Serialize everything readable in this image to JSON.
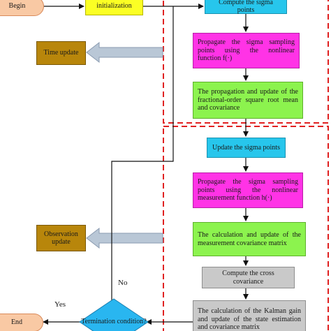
{
  "nodes": {
    "begin": {
      "label": "Begin",
      "color": "#f9c9a4"
    },
    "initialization": {
      "label": "initialization",
      "color": "#fbff24"
    },
    "compute_sigma": {
      "label": "Compute the sigma points",
      "color": "#27c6ec"
    },
    "propagate_sigma": {
      "label": "Propagate the sigma sampling points using the nonlinear function f(·)",
      "color": "#ff33e6"
    },
    "prop_update_mean": {
      "label": "The propagation and update of the fractional-order square root mean and covariance",
      "color": "#8cf34e"
    },
    "time_update": {
      "label": "Time update",
      "color": "#b8860b"
    },
    "update_sigma": {
      "label": "Update the sigma points",
      "color": "#27c6ec"
    },
    "propagate_meas": {
      "label": "Propagate the sigma sampling points using the nonlinear measurement function h(·)",
      "color": "#ff33e6"
    },
    "meas_cov": {
      "label": "The calculation and update of the measurement covariance matrix",
      "color": "#8cf34e"
    },
    "observation_update": {
      "label": "Observation update",
      "color": "#b8860b"
    },
    "cross_cov": {
      "label": "Compute the cross covariance",
      "color": "#c9c9c9"
    },
    "kalman_gain": {
      "label": "The calculation of the Kalman gain and update of the state estimation and covariance matrix",
      "color": "#c9c9c9"
    },
    "termination": {
      "label": "Termination condition?",
      "color": "#29b6f0"
    },
    "end": {
      "label": "End",
      "color": "#f9c9a4"
    }
  },
  "edges": {
    "no_label": "No",
    "yes_label": "Yes"
  },
  "colors": {
    "dashed_frame": "#e02020",
    "block_arrow": "#b9c7d6",
    "line": "#111111"
  }
}
